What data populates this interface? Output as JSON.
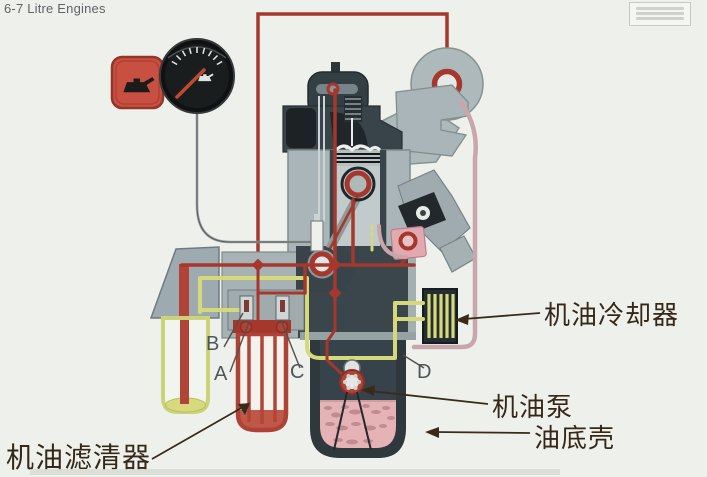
{
  "header": {
    "title": "6-7 Litre Engines"
  },
  "callouts": {
    "oil_cooler": "机油冷却器",
    "oil_pump": "机油泵",
    "oil_sump": "油底壳",
    "oil_filter": "机油滤清器"
  },
  "markers": {
    "a": "A",
    "b": "B",
    "c": "C",
    "d": "D"
  },
  "colors": {
    "oil_feed_red": "#a6372c",
    "filtered_oil_yellow": "#d5d97a",
    "oil_return_pink": "#c9a6ab",
    "warning_lamp_red": "#c85042",
    "engine_gray": "#a9b5b8",
    "dark_metal": "#39444a",
    "sump_oil_pink": "#e5b2b5",
    "label_color": "#362818"
  }
}
